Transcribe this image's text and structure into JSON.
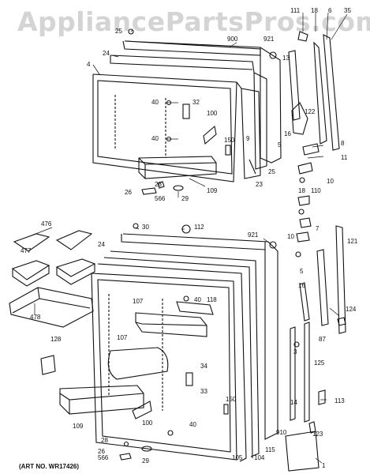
{
  "watermark": "AppliancePartsPros.com",
  "art_number": "(ART NO. WR17426)",
  "labels": {
    "l111": "111",
    "l18a": "18",
    "l6": "6",
    "l35": "35",
    "l25a": "25",
    "l900": "900",
    "l921a": "921",
    "l13": "13",
    "l24a": "24",
    "l4": "4",
    "l40a": "40",
    "l32": "32",
    "l100a": "100",
    "l122": "122",
    "l16a": "16",
    "l8": "8",
    "l5a": "5",
    "l11": "11",
    "l40b": "40",
    "l150a": "150",
    "l9": "9",
    "l25b": "25",
    "l23": "23",
    "l28a": "28",
    "l26a": "26",
    "l566a": "566",
    "l109a": "109",
    "l29a": "29",
    "l10a": "10",
    "l18b": "18",
    "l110a": "110",
    "l476": "476",
    "l30": "30",
    "l112": "112",
    "l921b": "921",
    "l10b": "10",
    "l7": "7",
    "l121": "121",
    "l477": "477",
    "l24b": "24",
    "l5b": "5",
    "l107a": "107",
    "l40c": "40",
    "l118": "118",
    "l16b": "16",
    "l478": "478",
    "l124": "124",
    "l128": "128",
    "l107b": "107",
    "l87": "87",
    "l3": "3",
    "l34": "34",
    "l125": "125",
    "l33": "33",
    "l109b": "109",
    "l150b": "150",
    "l100b": "100",
    "l14": "14",
    "l113": "113",
    "l40d": "40",
    "l28b": "28",
    "l910": "910",
    "l123": "123",
    "l566b": "566",
    "l105": "105",
    "l104": "104",
    "l115": "115",
    "l26b": "26",
    "l29b": "29",
    "l1": "1"
  }
}
